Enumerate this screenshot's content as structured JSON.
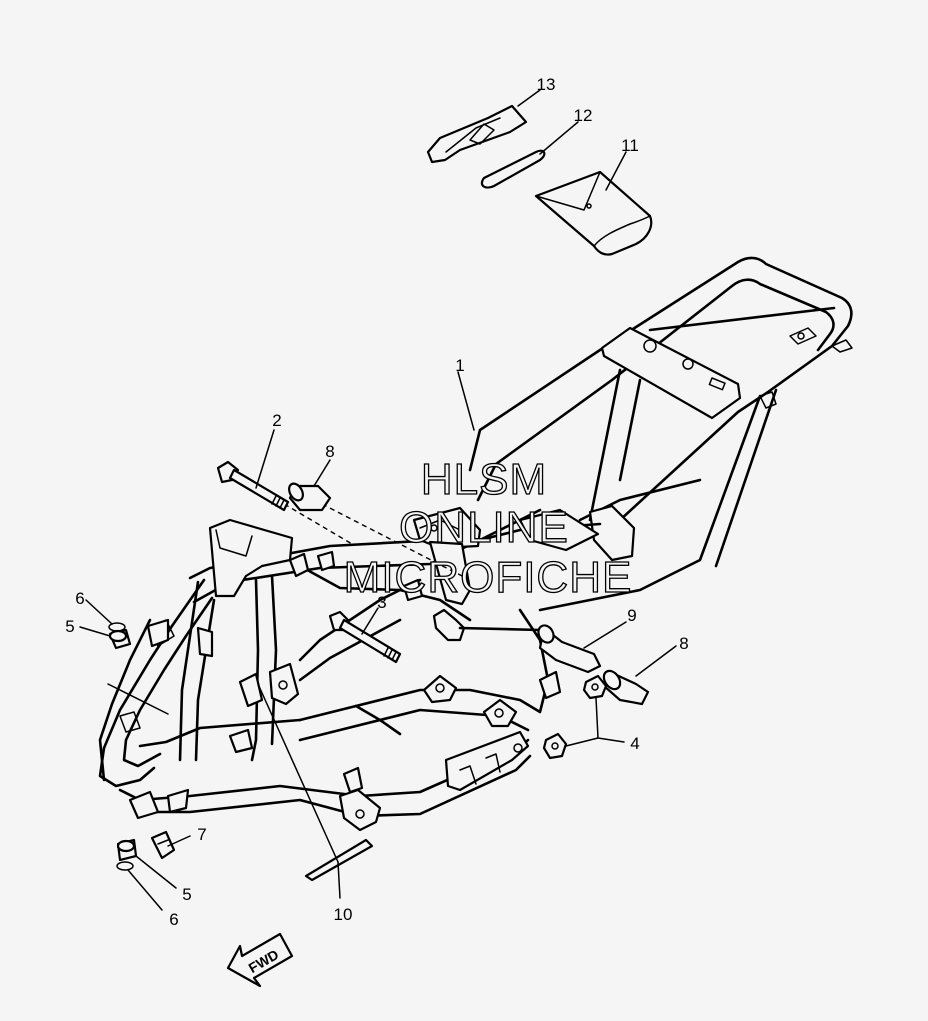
{
  "callouts": [
    {
      "id": "c1",
      "text": "1"
    },
    {
      "id": "c2",
      "text": "2"
    },
    {
      "id": "c3",
      "text": "3"
    },
    {
      "id": "c4",
      "text": "4"
    },
    {
      "id": "c5a",
      "text": "5"
    },
    {
      "id": "c5b",
      "text": "5"
    },
    {
      "id": "c6a",
      "text": "6"
    },
    {
      "id": "c6b",
      "text": "6"
    },
    {
      "id": "c7",
      "text": "7"
    },
    {
      "id": "c8a",
      "text": "8"
    },
    {
      "id": "c8b",
      "text": "8"
    },
    {
      "id": "c9",
      "text": "9"
    },
    {
      "id": "c10",
      "text": "10"
    },
    {
      "id": "c11",
      "text": "11"
    },
    {
      "id": "c12",
      "text": "12"
    },
    {
      "id": "c13",
      "text": "13"
    }
  ],
  "watermark": [
    "HLSM",
    "ONLINE",
    "MICROFICHE"
  ],
  "direction_label": "FWD",
  "colors": {
    "background": "#f5f5f5",
    "line": "#000000"
  }
}
